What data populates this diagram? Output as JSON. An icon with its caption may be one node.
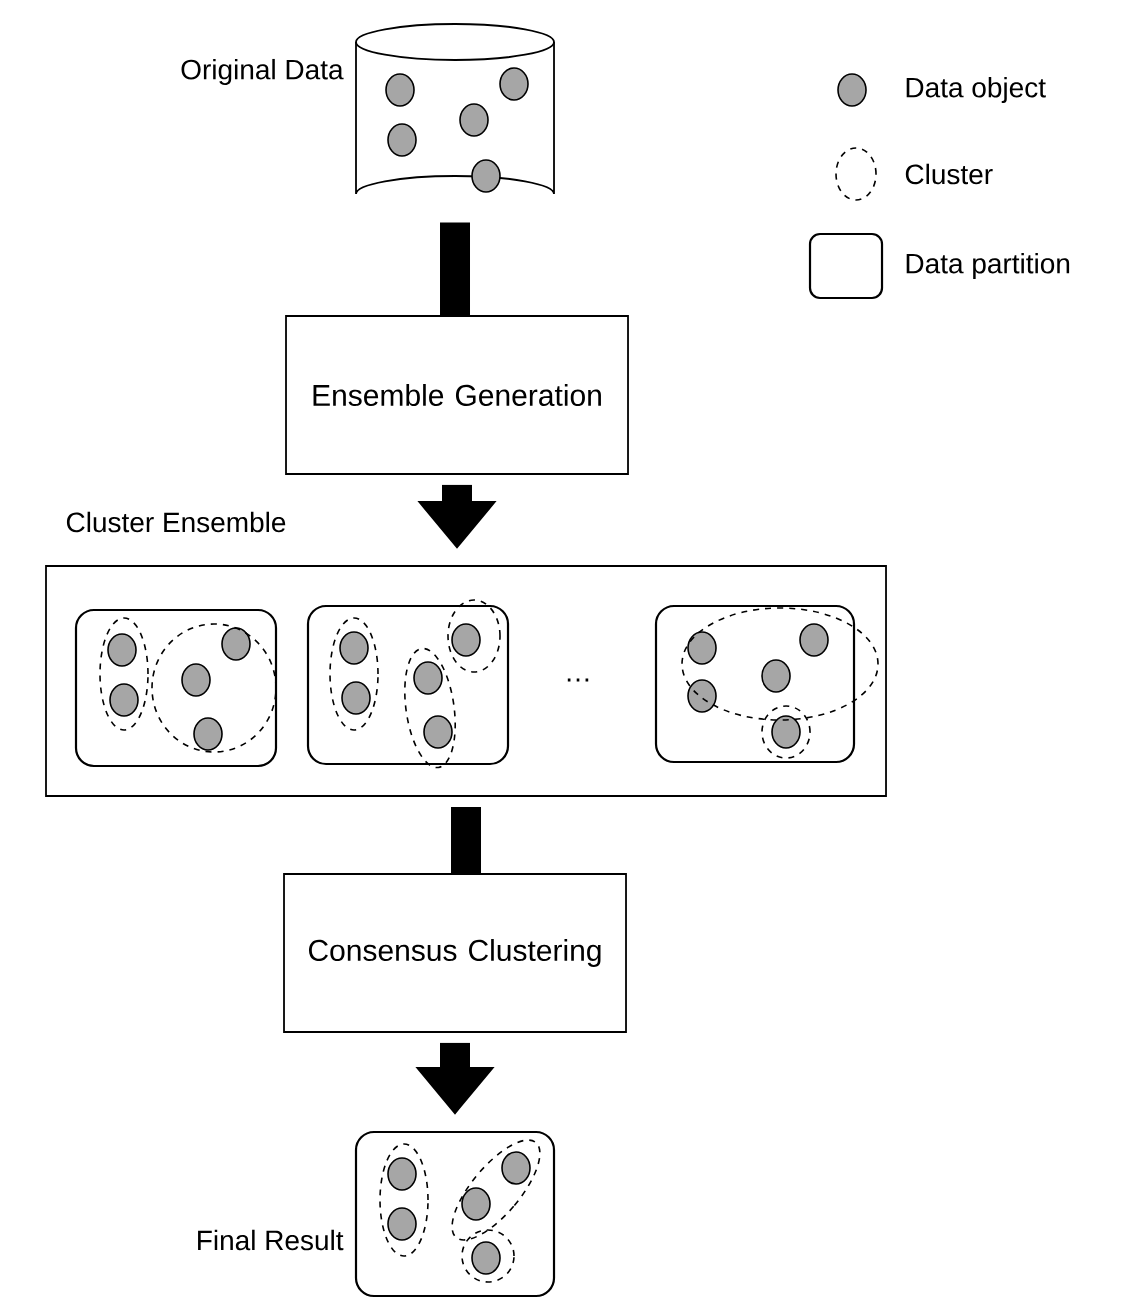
{
  "diagram": {
    "nodes": [
      {
        "text": [
          "Original Data"
        ]
      },
      {
        "text": [
          "Ensemble Generation"
        ]
      },
      {
        "text": [
          "Cluster Ensemble"
        ]
      },
      {
        "text": [],
        "shape": "box",
        "in": 2
      },
      {
        "text": [],
        "shape": "box",
        "in": 2
      },
      {
        "text": [],
        "shape": "box",
        "in": 2
      },
      {
        "text": [
          "Consensus Clustering"
        ]
      },
      {
        "text": [
          "Final Result"
        ]
      }
    ],
    "edges": [
      {
        "from": 0,
        "to": 1,
        "arrow": "none"
      },
      {
        "from": 1,
        "to": 2,
        "arrow": "to"
      },
      {
        "from": 2,
        "to": 6,
        "arrow": "none"
      },
      {
        "from": 6,
        "to": 7,
        "arrow": "to"
      }
    ],
    "labels": [
      "…"
    ],
    "legend": [
      {
        "text": "Data object"
      },
      {
        "text": "Cluster"
      },
      {
        "text": "Data partition"
      }
    ]
  }
}
